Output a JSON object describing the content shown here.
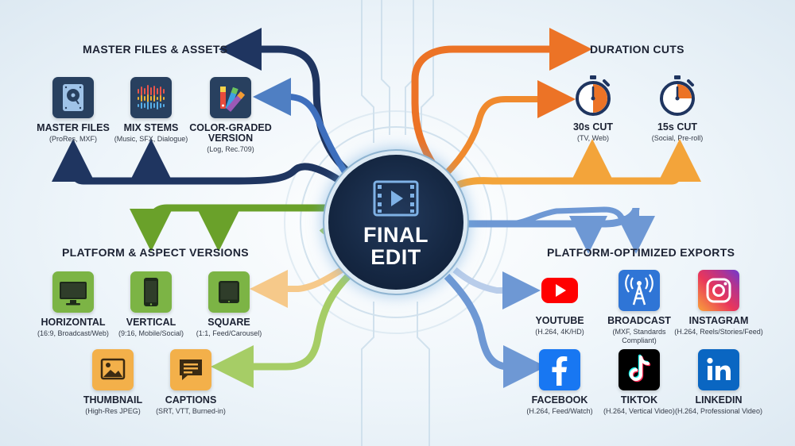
{
  "center": {
    "line1": "FINAL",
    "line2": "EDIT",
    "icon": "film-play-icon"
  },
  "sections": {
    "master": "MASTER FILES & ASSETS",
    "duration": "DURATION CUTS",
    "platform_aspect": "PLATFORM & ASPECT VERSIONS",
    "exports": "PLATFORM-OPTIMIZED EXPORTS"
  },
  "master": [
    {
      "label": "MASTER FILES",
      "sub": "(ProRes, MXF)",
      "icon": "hard-drive-icon"
    },
    {
      "label": "MIX STEMS",
      "sub": "(Music, SFX, Dialogue)",
      "icon": "audio-waveform-icon"
    },
    {
      "label": "COLOR-GRADED VERSION",
      "sub": "(Log, Rec.709)",
      "icon": "color-swatch-icon"
    }
  ],
  "duration": [
    {
      "label": "30s CUT",
      "sub": "(TV, Web)",
      "icon": "stopwatch-icon"
    },
    {
      "label": "15s CUT",
      "sub": "(Social, Pre-roll)",
      "icon": "stopwatch-icon"
    }
  ],
  "aspect": [
    {
      "label": "HORIZONTAL",
      "sub": "(16:9, Broadcast/Web)",
      "icon": "monitor-icon"
    },
    {
      "label": "VERTICAL",
      "sub": "(9:16, Mobile/Social)",
      "icon": "phone-icon"
    },
    {
      "label": "SQUARE",
      "sub": "(1:1, Feed/Carousel)",
      "icon": "tablet-icon"
    },
    {
      "label": "THUMBNAIL",
      "sub": "(High-Res JPEG)",
      "icon": "image-icon"
    },
    {
      "label": "CAPTIONS",
      "sub": "(SRT, VTT, Burned-in)",
      "icon": "caption-bubble-icon"
    }
  ],
  "exports": [
    {
      "label": "YOUTUBE",
      "sub": "(H.264, 4K/HD)",
      "icon": "youtube-icon"
    },
    {
      "label": "BROADCAST",
      "sub": "(MXF, Standards Compliant)",
      "icon": "broadcast-tower-icon"
    },
    {
      "label": "INSTAGRAM",
      "sub": "(H.264, Reels/Stories/Feed)",
      "icon": "instagram-icon"
    },
    {
      "label": "FACEBOOK",
      "sub": "(H.264, Feed/Watch)",
      "icon": "facebook-icon"
    },
    {
      "label": "TIKTOK",
      "sub": "(H.264, Vertical Video)",
      "icon": "tiktok-icon"
    },
    {
      "label": "LINKEDIN",
      "sub": "(H.264, Professional Video)",
      "icon": "linkedin-icon"
    }
  ],
  "colors": {
    "navy": "#1f3560",
    "orange": "#ec7326",
    "light_orange": "#f3a43a",
    "blue": "#5b8fcf",
    "green": "#76ac2c",
    "light_green": "#a9cf6a",
    "tile_blue": "#28405f",
    "tile_green": "#7cb445",
    "tile_orange": "#f3b04a"
  }
}
